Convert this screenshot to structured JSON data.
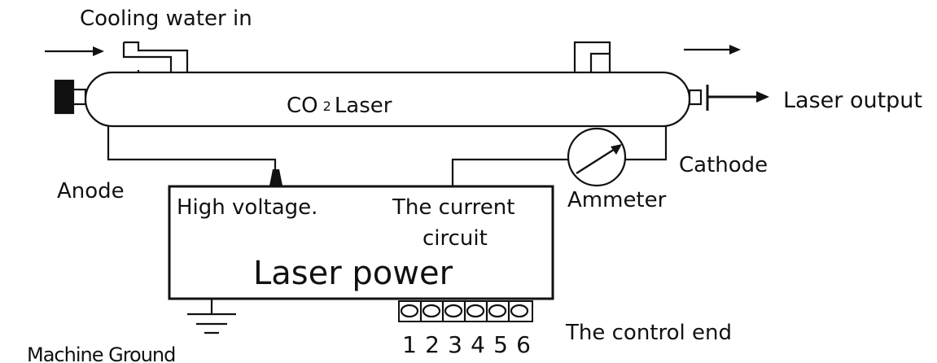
{
  "diagram": {
    "labels": {
      "cooling_water_in": "Cooling water in",
      "co2_laser": "CO",
      "co2_subscript": "2",
      "co2_laser_suffix": "Laser",
      "laser_output": "Laser output",
      "cathode": "Cathode",
      "anode": "Anode",
      "ammeter": "Ammeter",
      "high_voltage": "High voltage.",
      "current_circuit_line1": "The current",
      "current_circuit_line2": "circuit",
      "laser_power": "Laser power",
      "control_end": "The control end",
      "machine_ground": "Machine Ground"
    },
    "terminals": [
      "1",
      "2",
      "3",
      "4",
      "5",
      "6"
    ],
    "colors": {
      "line": "#111111",
      "background": "#ffffff"
    }
  }
}
